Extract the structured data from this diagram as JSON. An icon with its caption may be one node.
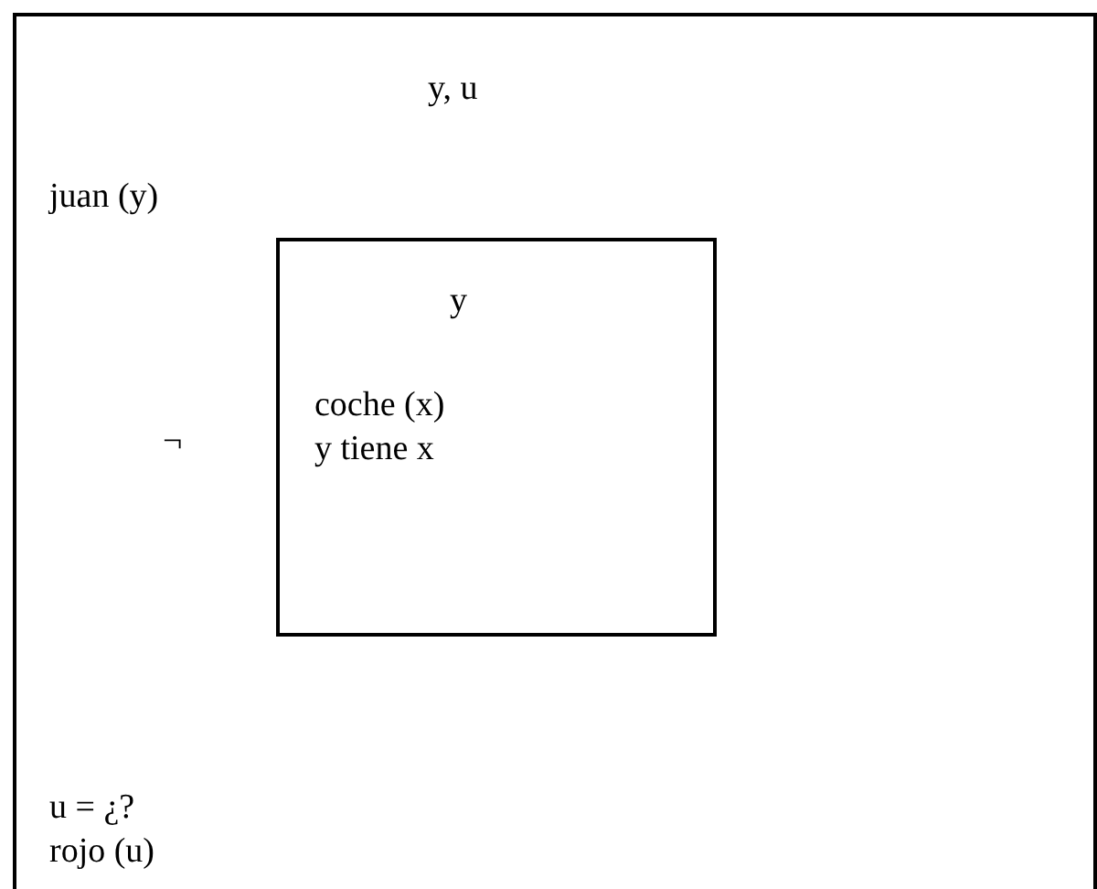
{
  "diagram": {
    "nodes": [
      {
        "text": [
          "y, u",
          "juan (y)",
          "¬",
          "u = ¿?",
          "rojo (u)"
        ]
      },
      {
        "text": [
          "y",
          "coche (x)",
          "y tiene x"
        ],
        "in": 0
      }
    ]
  }
}
